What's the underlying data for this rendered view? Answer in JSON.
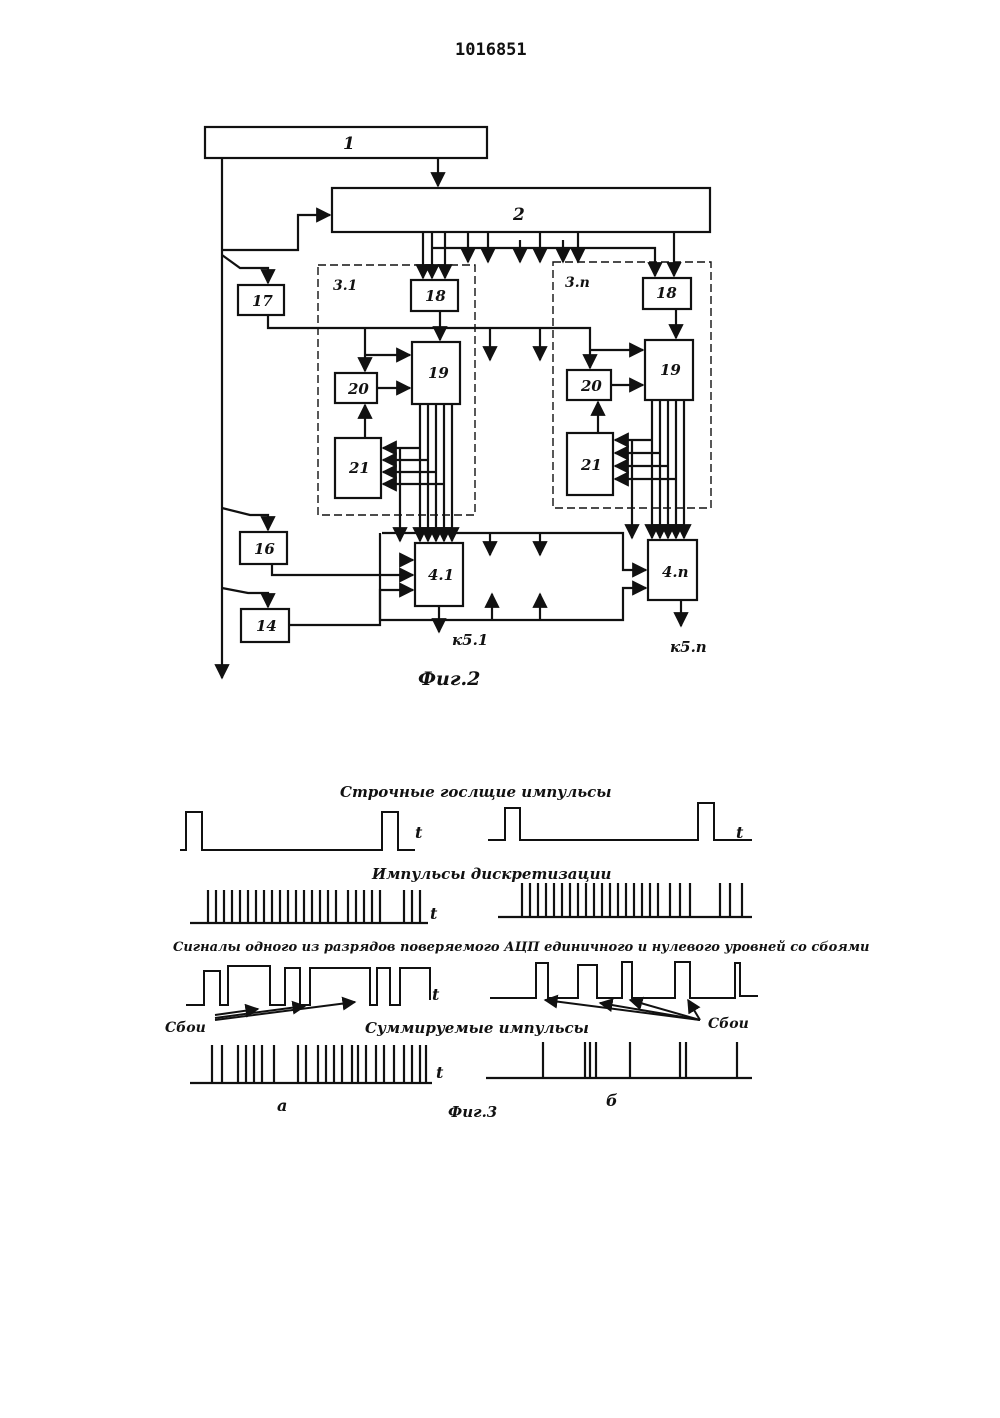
{
  "patent_number": "1016851",
  "fig2": {
    "caption": "Фиг.2",
    "blocks": {
      "b1": "1",
      "b2": "2",
      "b17": "17",
      "b16": "16",
      "b14": "14",
      "group_first": "3.1",
      "group_last": "3.п",
      "b18_first": "18",
      "b19_first": "19",
      "b20_first": "20",
      "b21_first": "21",
      "b18_last": "18",
      "b19_last": "19",
      "b20_last": "20",
      "b21_last": "21",
      "b4_first": "4.1",
      "b4_last": "4.п"
    },
    "outputs": {
      "out_first": "к5.1",
      "out_last": "к5.п"
    }
  },
  "fig3": {
    "caption": "Фиг.3",
    "row1_title": "Строчные гослщие импульсы",
    "row2_title": "Импульсы дискретизации",
    "row3_title": "Сигналы одного из разрядов поверяемого АЦП единичного и нулевого уровней со сбоями",
    "row4_title": "Суммируемые импульсы",
    "time_label": "t",
    "fault_label_left": "Сбои",
    "fault_label_right": "Сбои",
    "panel_a": "а",
    "panel_b": "б"
  }
}
